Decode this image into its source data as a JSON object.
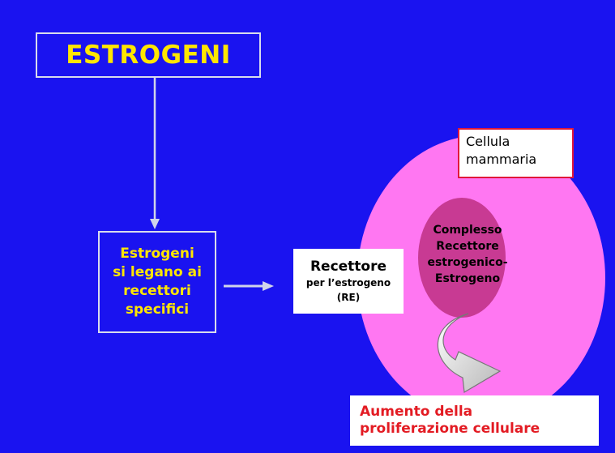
{
  "title": "ESTROGENI",
  "binding_box": {
    "lines": [
      "Estrogeni",
      "si legano ai",
      "recettori",
      "specifici"
    ]
  },
  "receptor": {
    "title": "Recettore",
    "subtitle": "per l’estrogeno",
    "abbr": "(RE)"
  },
  "cell": {
    "lines": [
      "Cellula",
      "mammaria"
    ]
  },
  "complex": {
    "lines": [
      "Complesso",
      "Recettore",
      "estrogenico-",
      "Estrogeno"
    ]
  },
  "result": {
    "lines": [
      "Aumento della",
      "proliferazione cellulare"
    ]
  },
  "colors": {
    "background": "#1a13f0",
    "title_text": "#ffe600",
    "cell_pink": "#ff77f2",
    "nucleus": "#c83a93",
    "result_text": "#e31b23",
    "label_border": "#e0183a"
  }
}
